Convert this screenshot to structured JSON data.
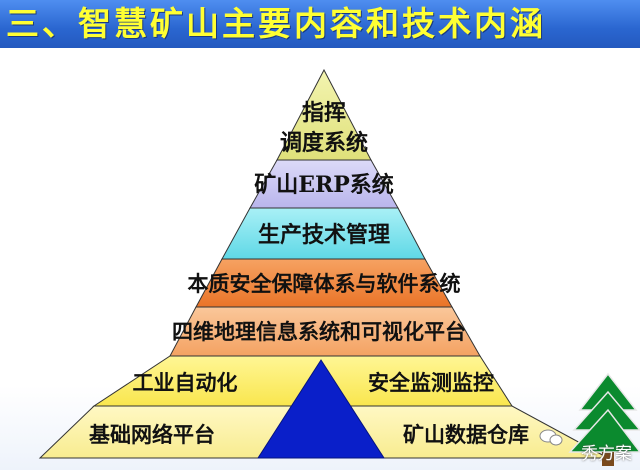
{
  "title": "三、智慧矿山主要内容和技术内涵",
  "layers": {
    "top_line1": "指挥",
    "top_line2": "调度系统",
    "erp": "矿山ERP系统",
    "production": "生产技术管理",
    "safety_system": "本质安全保障体系与软件系统",
    "gis": "四维地理信息系统和可视化平台",
    "automation": "工业自动化",
    "monitoring": "安全监测监控",
    "network": "基础网络平台",
    "warehouse": "矿山数据仓库"
  },
  "watermark": "秀方案",
  "colors": {
    "title_bg": "#2a66d0",
    "title_text": "#ffff33",
    "layer_top": "#e8e98a",
    "layer_erp": "#c9c6f2",
    "layer_production": "#7fe3ef",
    "layer_safety": "#f08a3c",
    "layer_gis": "#f7b27a",
    "layer_automation": "#fdf06a",
    "layer_network": "#fbf2a0",
    "center_triangle": "#0a1fc9",
    "tree": "#0b8a2e"
  }
}
